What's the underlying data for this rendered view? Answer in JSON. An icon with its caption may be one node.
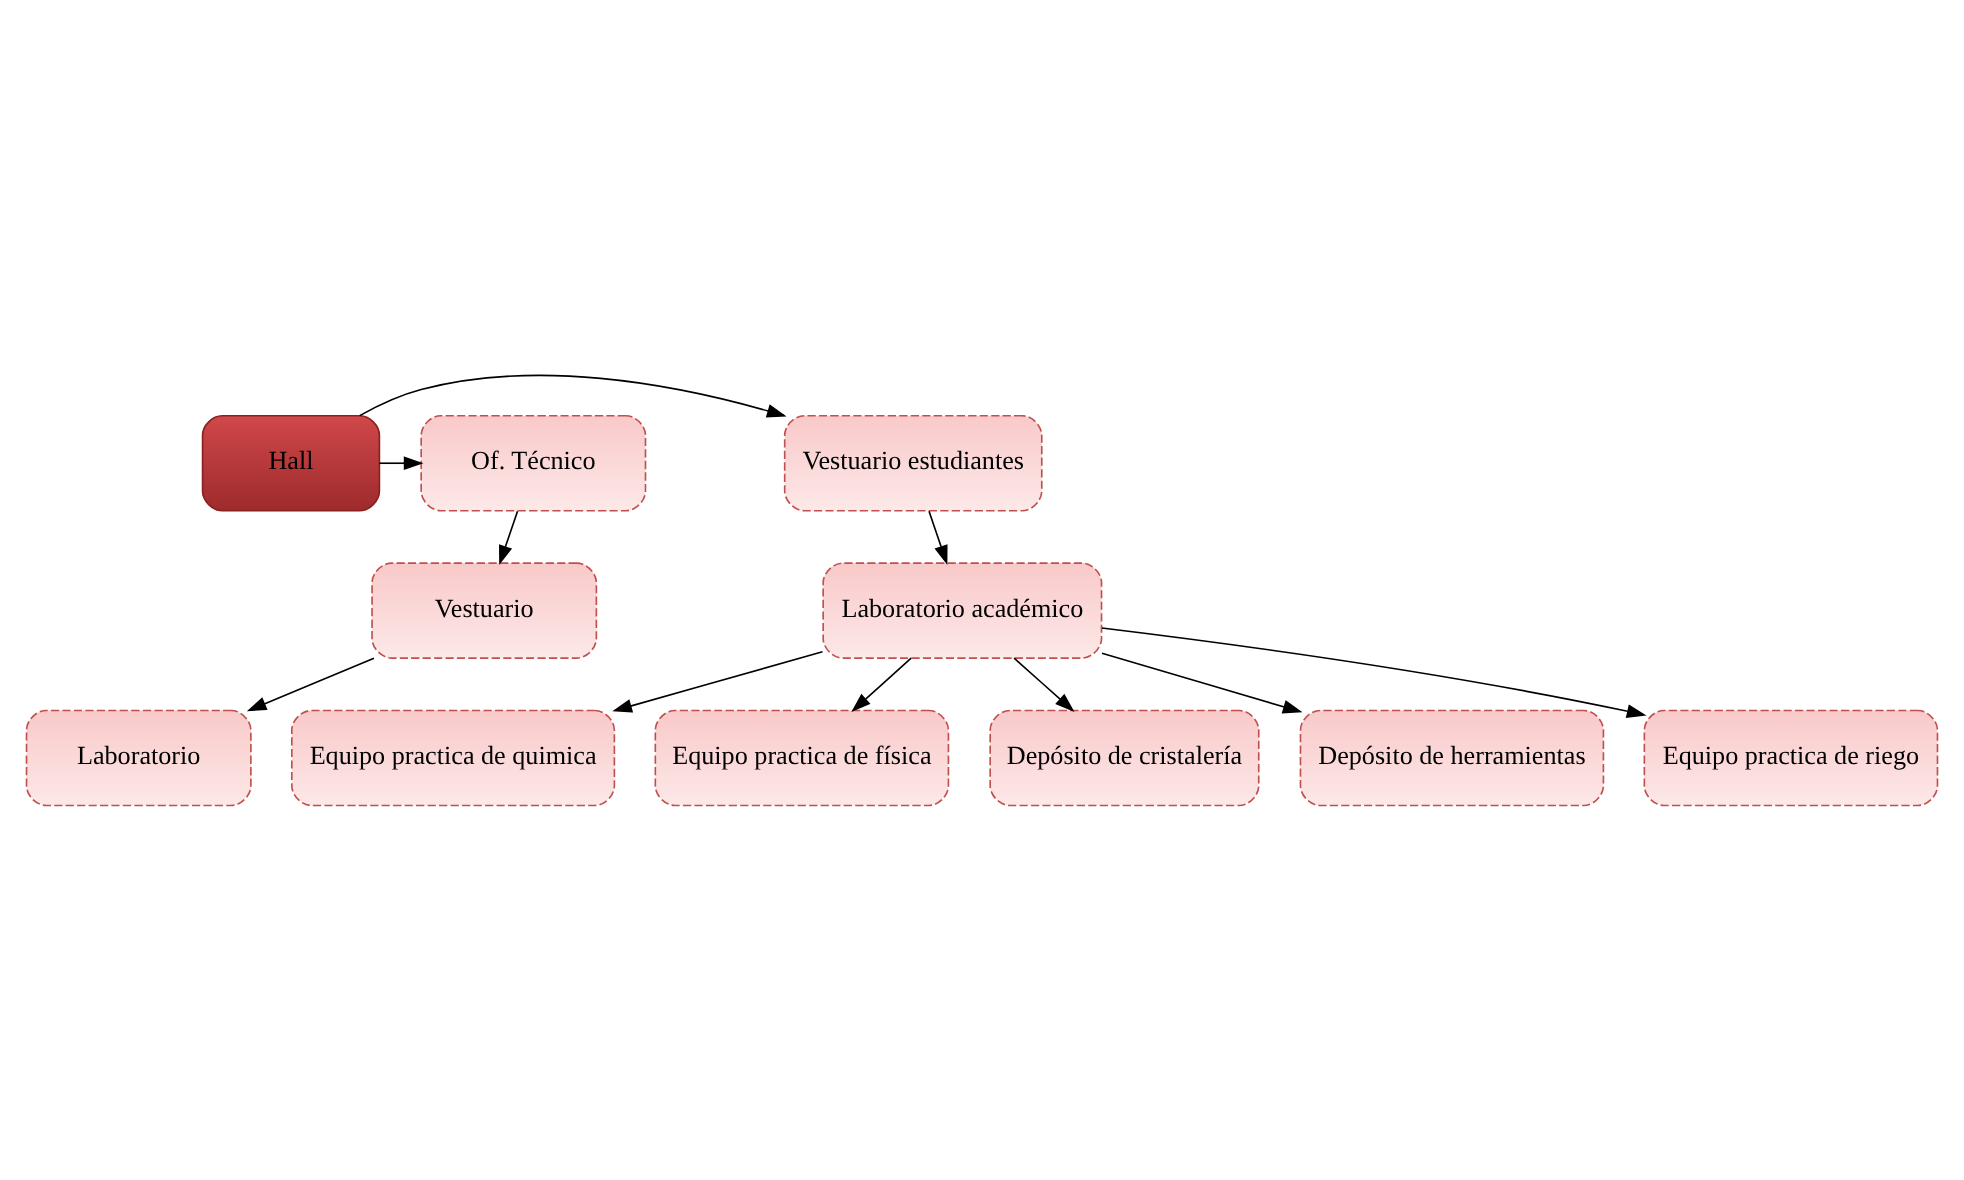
{
  "diagram": {
    "nodes": [
      {
        "text": [
          "Equipo practica de riego"
        ]
      },
      {
        "text": [
          "Vestuario estudiantes"
        ]
      },
      {
        "text": [
          "Hall"
        ]
      },
      {
        "text": [
          "Of. Técnico"
        ]
      },
      {
        "text": [
          "Equipo practica de quimica"
        ]
      },
      {
        "text": [
          "Laboratorio académico"
        ]
      },
      {
        "text": [
          "Vestuario"
        ]
      },
      {
        "text": [
          "Laboratorio"
        ]
      },
      {
        "text": [
          "Equipo practica de física"
        ]
      },
      {
        "text": [
          "Depósito de cristalería"
        ]
      },
      {
        "text": [
          "Depósito de herramientas"
        ]
      }
    ],
    "edges": [
      {
        "from": 2,
        "to": 1,
        "arrow": "to"
      },
      {
        "from": 2,
        "to": 3,
        "arrow": "to"
      },
      {
        "from": 1,
        "to": 5,
        "arrow": "to"
      },
      {
        "from": 3,
        "to": 6,
        "arrow": "to"
      },
      {
        "from": 6,
        "to": 7,
        "arrow": "to"
      },
      {
        "from": 5,
        "to": 0,
        "arrow": "to"
      },
      {
        "from": 5,
        "to": 4,
        "arrow": "to"
      },
      {
        "from": 5,
        "to": 8,
        "arrow": "to"
      },
      {
        "from": 5,
        "to": 9,
        "arrow": "to"
      },
      {
        "from": 5,
        "to": 10,
        "arrow": "to"
      }
    ]
  }
}
